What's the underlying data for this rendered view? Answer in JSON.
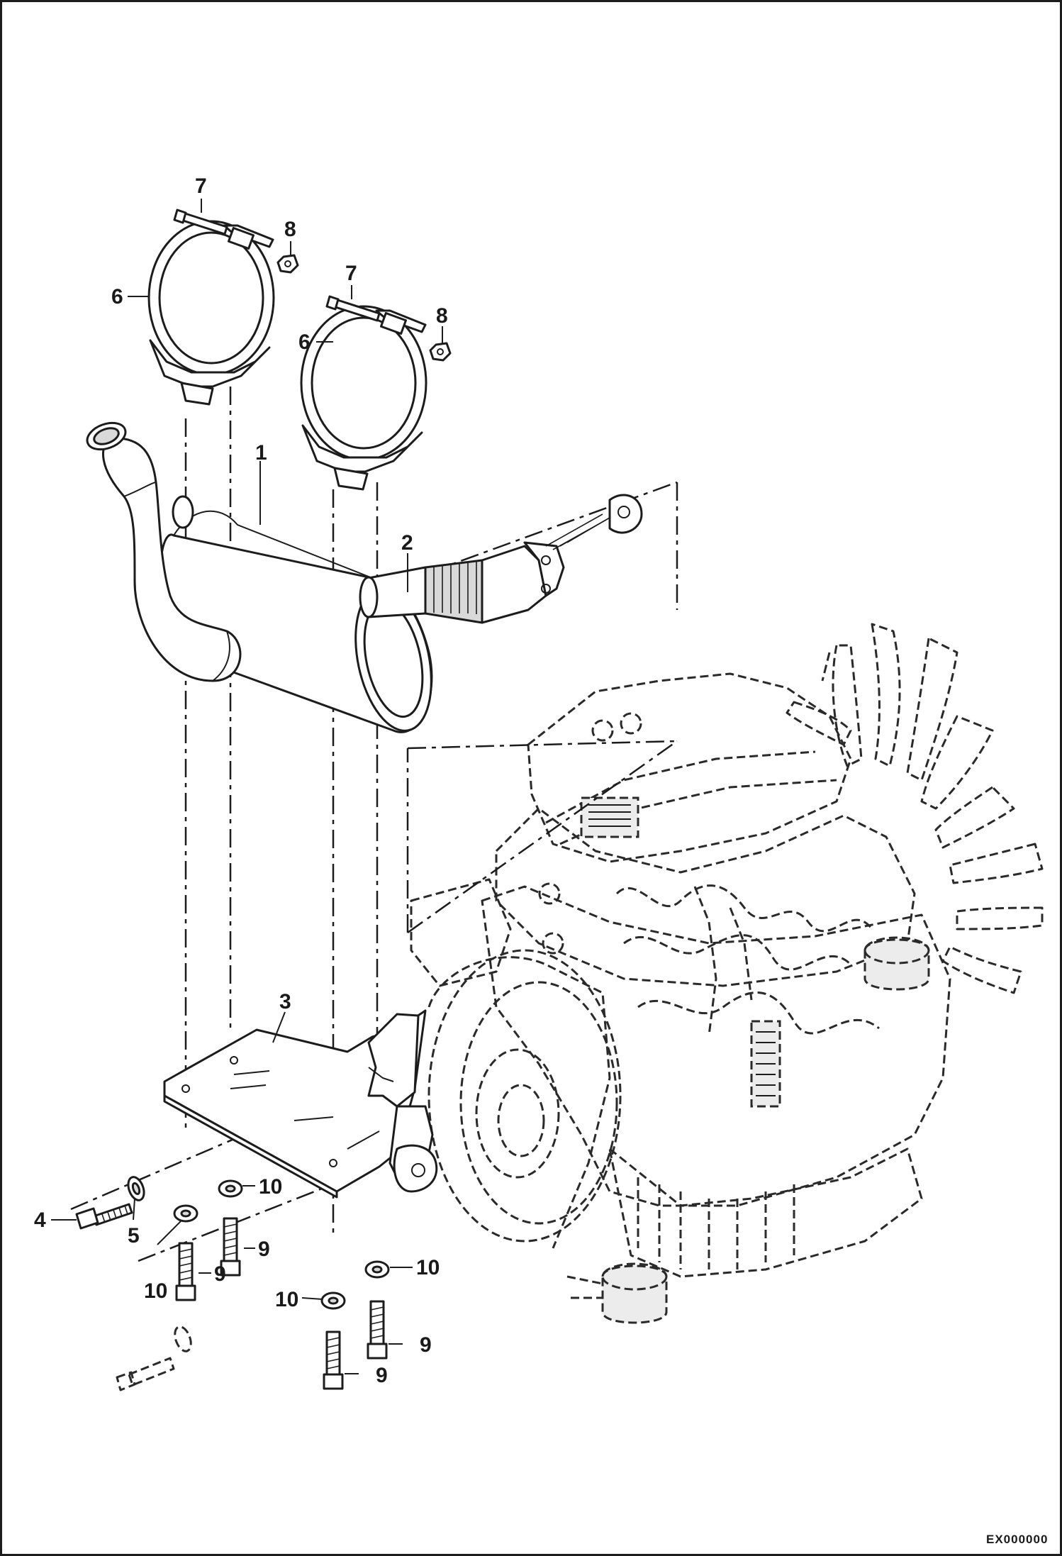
{
  "diagram": {
    "callouts": {
      "muffler": "1",
      "exhaust_pipe": "2",
      "mounting_plate": "3",
      "bolt": "4",
      "washer": "5",
      "clamp_left": "6",
      "clamp_right": "6",
      "clamp_bolt_left": "7",
      "clamp_bolt_right": "7",
      "clamp_nut_left": "8",
      "clamp_nut_right": "8",
      "screw_a": "9",
      "screw_b": "9",
      "screw_c": "9",
      "screw_d": "9",
      "lockwasher_a": "10",
      "lockwasher_b": "10",
      "lockwasher_c": "10",
      "lockwasher_d": "10"
    },
    "document_id": "EX000000"
  }
}
